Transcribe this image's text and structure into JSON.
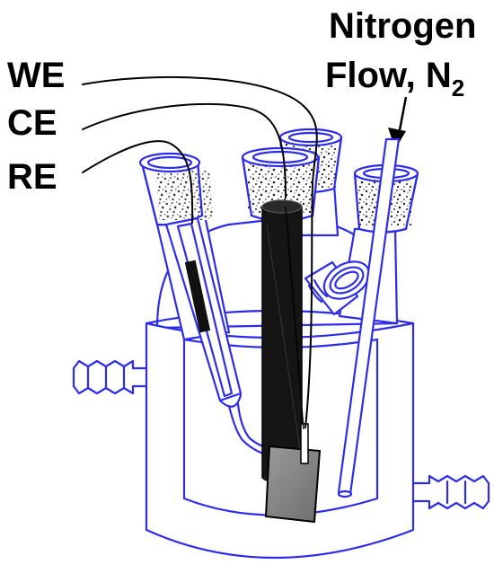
{
  "labels": {
    "we": "WE",
    "ce": "CE",
    "re": "RE",
    "nitrogen_line1": "Nitrogen",
    "nitrogen_line2_prefix": "Flow, N",
    "nitrogen_subscript": "2"
  },
  "colors": {
    "glass": "#2d2de8",
    "electrode_body": "#151515",
    "electrode_plate": "#888888",
    "label": "#000000"
  }
}
